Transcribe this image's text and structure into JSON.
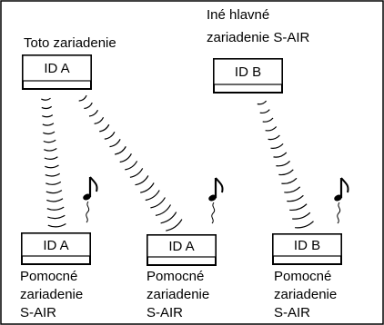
{
  "main_device": {
    "label": "Toto zariadenie",
    "id": "ID A"
  },
  "other_main_device": {
    "label_lines": [
      "Iné hlavné",
      "zariadenie S-AIR"
    ],
    "id": "ID B"
  },
  "sub_devices": [
    {
      "id": "ID A",
      "label_lines": [
        "Pomocné",
        "zariadenie",
        "S-AIR"
      ]
    },
    {
      "id": "ID A",
      "label_lines": [
        "Pomocné",
        "zariadenie",
        "S-AIR"
      ]
    },
    {
      "id": "ID B",
      "label_lines": [
        "Pomocné",
        "zariadenie",
        "S-AIR"
      ]
    }
  ],
  "icons": {
    "music_note": "music-note-icon",
    "signal": "wireless-wave-icon"
  },
  "colors": {
    "line": "#000000",
    "background": "#ffffff"
  }
}
